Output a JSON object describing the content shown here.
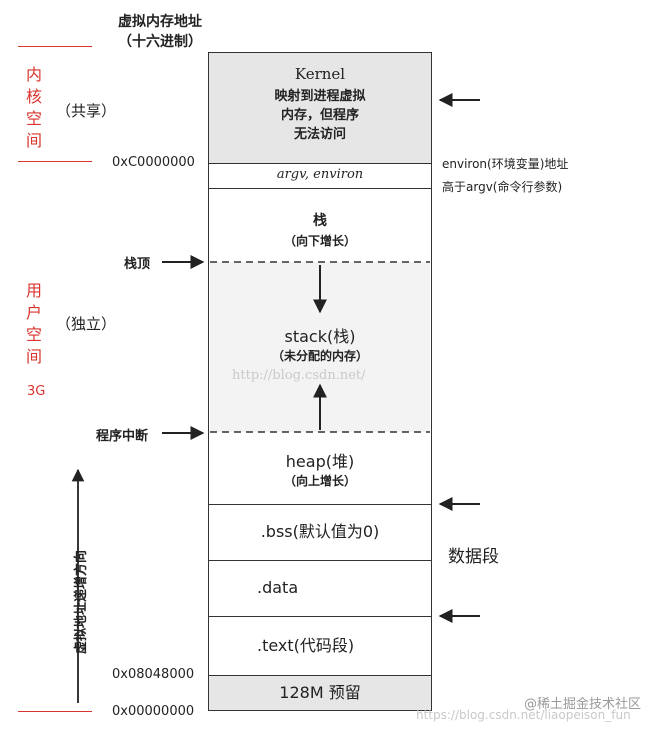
{
  "header": {
    "line1": "虚拟内存地址",
    "line2": "（十六进制）"
  },
  "regions": {
    "kernel_space": [
      "内",
      "核",
      "空",
      "间"
    ],
    "kernel_shared": "（共享）",
    "user_space": [
      "用",
      "户",
      "空",
      "间"
    ],
    "user_independent": "（独立）",
    "user_size": "3G"
  },
  "segments": {
    "kernel_title": "Kernel",
    "kernel_desc": [
      "映射到进程虚拟",
      "内存，但程序",
      "无法访问"
    ],
    "argv": "argv, environ",
    "stack_title": "栈",
    "stack_dir": "（向下增长）",
    "stack_free": "stack(栈)",
    "stack_free_desc": "（未分配的内存）",
    "heap_title": "heap(堆)",
    "heap_dir": "（向上增长）",
    "bss": ".bss(默认值为0)",
    "data": ".data",
    "text": ".text(代码段)",
    "reserved": "128M 预留"
  },
  "addresses": {
    "kernel_start": "0xC0000000",
    "text_start": "0x08048000",
    "zero": "0x00000000"
  },
  "labels": {
    "stack_top": "栈顶",
    "program_break": "程序中断",
    "environ_note": "environ(环境变量)地址",
    "argv_note": "高于argv(命令行参数)",
    "data_segment": "数据段",
    "vertical_axis": "虚拟地址递增方向"
  },
  "watermarks": {
    "center": "http://blog.csdn.net/",
    "footer": "https://blog.csdn.net/liaopeison_fun",
    "brand": "@稀土掘金技术社区"
  },
  "colors": {
    "red": "#d9352f",
    "kernel_fill": "#e6e6e6",
    "free_fill": "#f3f3f3"
  }
}
